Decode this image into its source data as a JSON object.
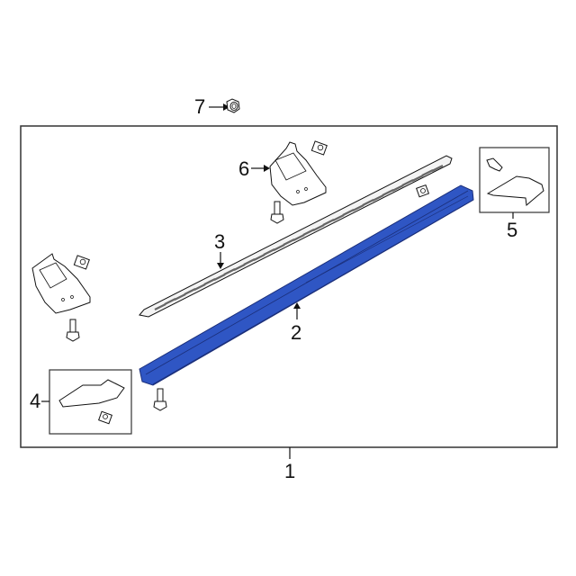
{
  "diagram": {
    "type": "parts-exploded-view",
    "highlight_color": "#2f56c4",
    "line_color": "#1a1a1a",
    "callouts": [
      {
        "id": "1",
        "label": "1",
        "part": "running-board-assembly"
      },
      {
        "id": "2",
        "label": "2",
        "part": "running-board (highlighted)"
      },
      {
        "id": "3",
        "label": "3",
        "part": "step-pad"
      },
      {
        "id": "4",
        "label": "4",
        "part": "end-cap-front"
      },
      {
        "id": "5",
        "label": "5",
        "part": "end-cap-rear"
      },
      {
        "id": "6",
        "label": "6",
        "part": "mounting-bracket"
      },
      {
        "id": "7",
        "label": "7",
        "part": "nut"
      }
    ]
  }
}
